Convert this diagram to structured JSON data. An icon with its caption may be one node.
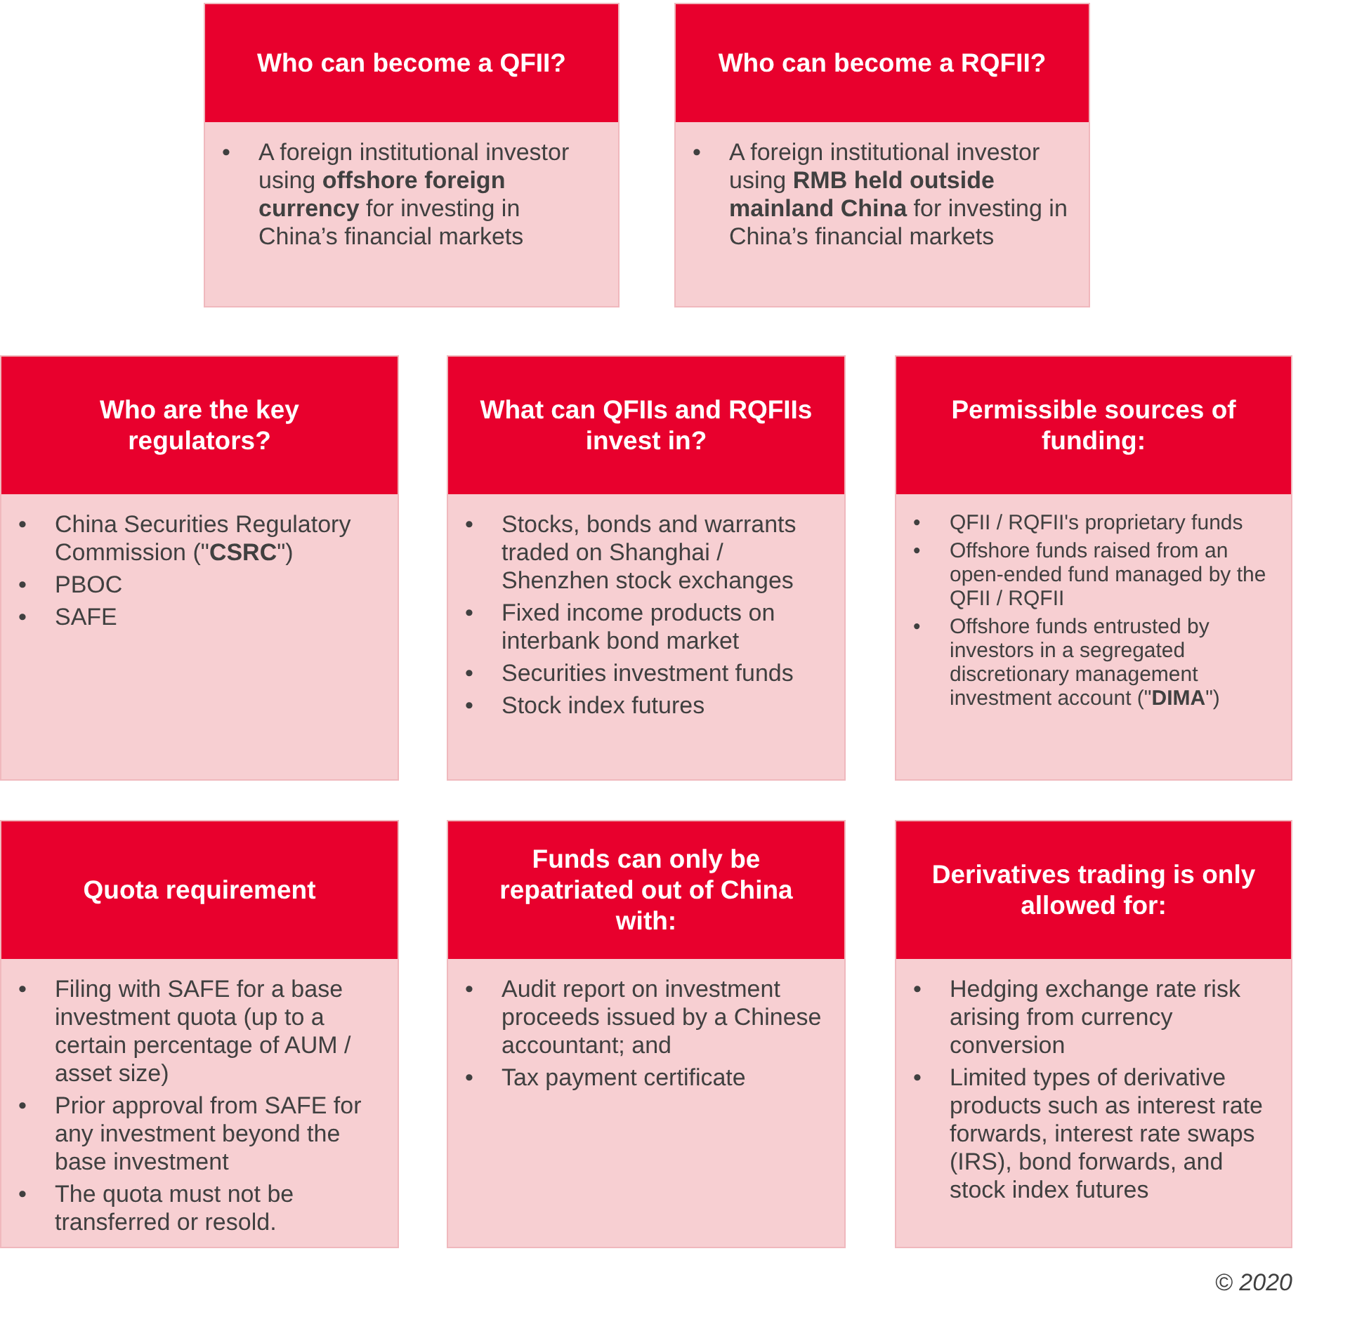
{
  "diagram": {
    "nodes": [
      {
        "text": [
          "Who can become a QFII?",
          "• A foreign institutional investor using **offshore foreign currency** for investing in China’s financial markets"
        ]
      },
      {
        "text": [
          "Who can become a RQFII?",
          "• A foreign institutional investor using **RMB held outside mainland China** for investing in China’s financial markets"
        ]
      },
      {
        "text": [
          "Who are the key regulators?",
          "• China Securities Regulatory Commission (\"**CSRC**\")",
          "• PBOC",
          "• SAFE"
        ]
      },
      {
        "text": [
          "What can QFIIs and RQFIIs invest in?",
          "• Stocks, bonds and warrants traded on Shanghai / Shenzhen stock exchanges",
          "• Fixed income products on interbank bond market",
          "• Securities investment funds",
          "• Stock index futures"
        ]
      },
      {
        "text": [
          "Permissible sources of funding:",
          "• QFII / RQFII's proprietary funds",
          "• Offshore funds raised from an open-ended fund managed by the QFII / RQFII",
          "• Offshore funds entrusted by investors in a segregated discretionary management investment account (\"**DIMA**\")"
        ]
      },
      {
        "text": [
          "Quota requirement",
          "• Filing with SAFE for a base investment quota (up to a certain percentage of AUM / asset size)",
          "• Prior approval from SAFE for any investment beyond the base investment",
          "• The quota must not be transferred or resold."
        ]
      },
      {
        "text": [
          "Funds can only be repatriated out of China with:",
          "• Audit report on investment proceeds issued by a Chinese accountant; and",
          "• Tax payment certificate"
        ]
      },
      {
        "text": [
          "Derivatives trading is only allowed for:",
          "• Hedging exchange rate risk arising from currency conversion",
          "• Limited types of derivative products such as interest rate forwards, interest rate swaps (IRS), bond forwards, and stock index futures"
        ]
      }
    ],
    "labels": [
      "© 2020"
    ]
  }
}
